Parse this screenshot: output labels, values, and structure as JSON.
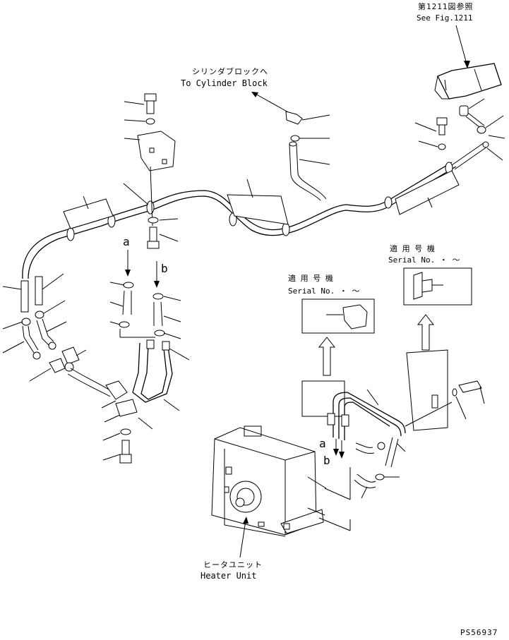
{
  "labels": {
    "see_fig_jp": "第1211図参照",
    "see_fig_en": "See Fig.1211",
    "cylinder_jp": "シリンダブロックへ",
    "cylinder_en": "To Cylinder Block",
    "serial_jp_1": "適 用 号 機",
    "serial_en_1": "Serial No.  ・  ～",
    "serial_jp_2": "適 用 号 機",
    "serial_en_2": "Serial No.  ・  ～",
    "heater_jp": "ヒータユニット",
    "heater_en": "Heater Unit",
    "ref_a_left": "a",
    "ref_b_left": "b",
    "ref_a_right": "a",
    "ref_b_right": "b",
    "drawing_no": "PS56937"
  }
}
